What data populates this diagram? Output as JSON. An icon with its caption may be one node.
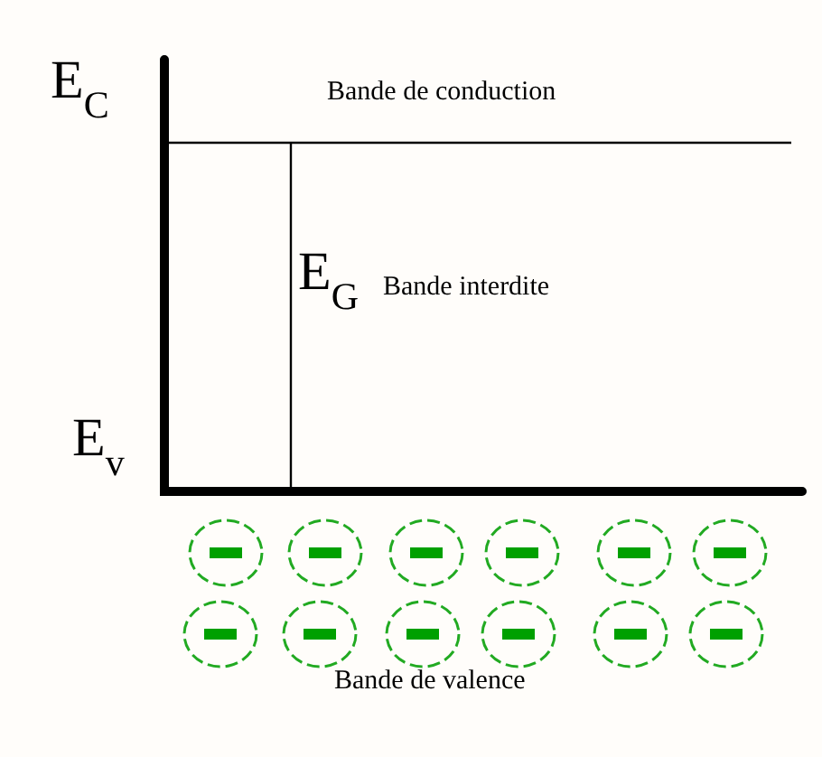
{
  "diagram": {
    "labels": [
      "E$_{C}$",
      "Bande de conduction",
      "E$_{G}$",
      "Bande interdite",
      "E$_{v}$",
      "Bande de valence"
    ]
  }
}
